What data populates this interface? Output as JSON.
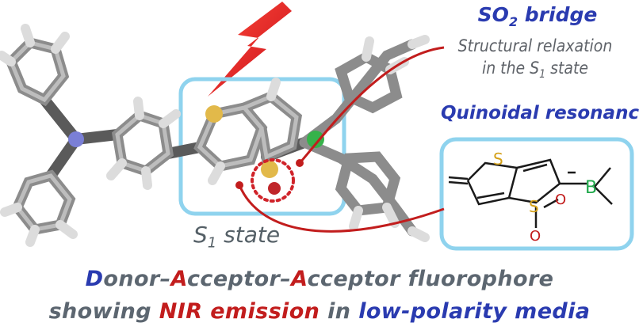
{
  "labels": {
    "so2_main": "SO",
    "so2_sub": "2",
    "so2_tail": " bridge",
    "relax_line1": "Structural relaxation",
    "relax_line2_pre": "in the S",
    "relax_line2_sub": "1",
    "relax_line2_post": " state",
    "quinoidal": "Quinoidal resonance",
    "s1_pre": "S",
    "s1_sub": "1",
    "s1_post": " state"
  },
  "bottom_line1": {
    "d_letter": "D",
    "d_rest": "onor–",
    "a1_letter": "A",
    "a1_rest": "cceptor–",
    "a2_letter": "A",
    "a2_rest": "cceptor fluorophore"
  },
  "bottom_line2": {
    "w1": "showing ",
    "w2": "NIR emission",
    "w3": " in ",
    "w4": "low-polarity media"
  },
  "structure_atoms": {
    "sulfur_top": "S",
    "sulfur_bottom": "S",
    "boron": "B",
    "oxygen_right": "O",
    "oxygen_bottom": "O"
  },
  "colors": {
    "blue": "#2a3bb0",
    "red": "#c21d1d",
    "gray": "#5c6670",
    "box": "#8fd3ee",
    "sulfur": "#d4a017",
    "boron": "#1fa84a",
    "bolt": "#e8262a"
  }
}
